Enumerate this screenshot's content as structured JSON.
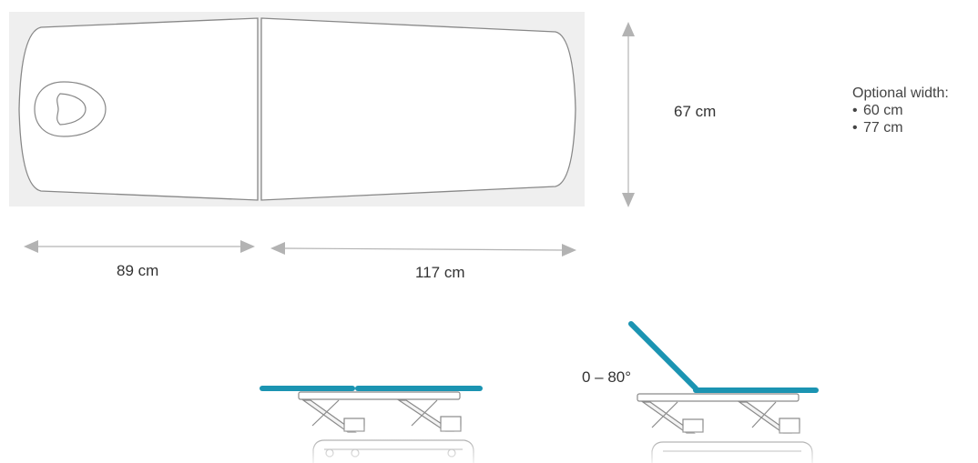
{
  "dimensions": {
    "width": "67 cm",
    "head_length": "89 cm",
    "body_length": "117 cm"
  },
  "options": {
    "title": "Optional width:",
    "items": [
      "60 cm",
      "77 cm"
    ]
  },
  "backrest_angle": "0 – 80°",
  "colors": {
    "upholstery": "#1b94b2",
    "panel_bg": "#efefef",
    "outline": "#888888",
    "arrow": "#b3b3b3",
    "frame": "#8a8a8a"
  }
}
